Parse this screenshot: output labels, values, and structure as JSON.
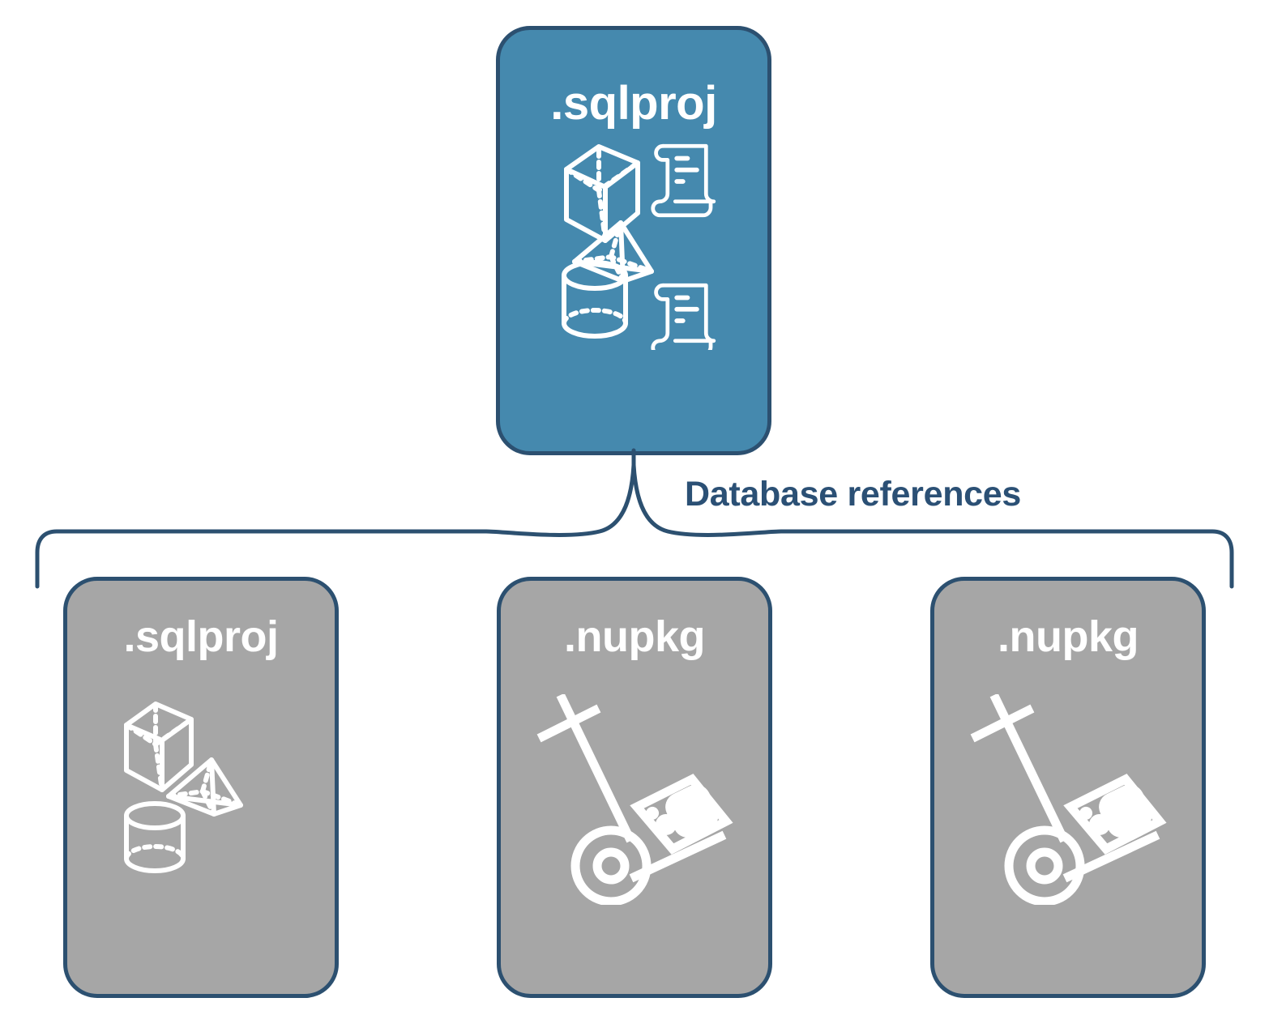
{
  "diagram": {
    "title": "Database references",
    "colors": {
      "accent_blue": "#4589ae",
      "neutral_gray": "#a6a6a6",
      "outline_navy": "#2c5070",
      "label_navy": "#2b5075",
      "icon_white": "#ffffff",
      "background": "#ffffff"
    },
    "root": {
      "label": ".sqlproj",
      "fill": "#4589ae",
      "icons": [
        "cube-icon",
        "scroll-icon",
        "pyramid-icon",
        "cylinder-icon",
        "scroll-icon"
      ]
    },
    "connector": {
      "label": "Database references",
      "style": "curly-brace",
      "color": "#2c5070"
    },
    "references": [
      {
        "label": ".sqlproj",
        "fill": "#a6a6a6",
        "icons": [
          "cube-icon",
          "pyramid-icon",
          "cylinder-icon"
        ]
      },
      {
        "label": ".nupkg",
        "fill": "#a6a6a6",
        "icons": [
          "nuget-hand-truck-icon"
        ]
      },
      {
        "label": ".nupkg",
        "fill": "#a6a6a6",
        "icons": [
          "nuget-hand-truck-icon"
        ]
      }
    ]
  }
}
